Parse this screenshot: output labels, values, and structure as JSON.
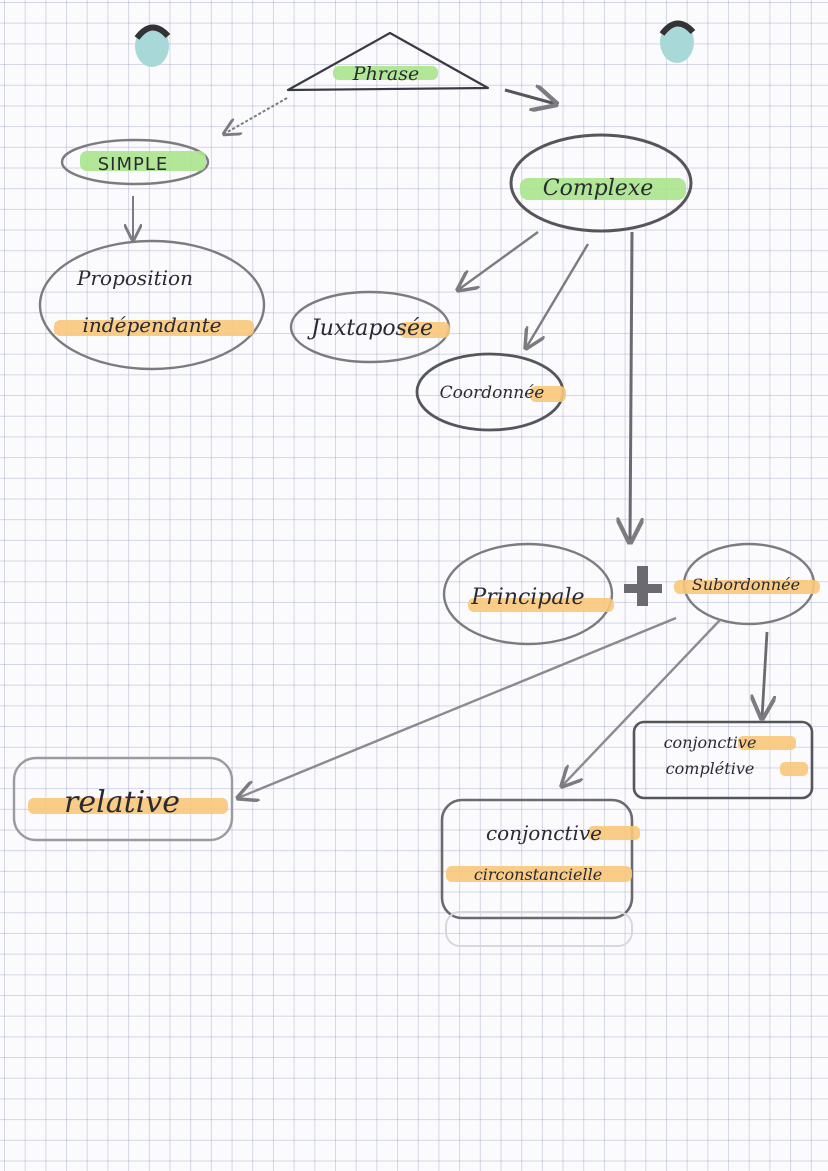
{
  "diagram": {
    "colors": {
      "ink": "#3a3a44",
      "pencil": "#7b7b80",
      "green_highlight": "#a8e48c",
      "orange_highlight": "#f8c87a",
      "hole": "#a8d8d8"
    },
    "nodes": {
      "phrase": "Phrase",
      "simple": "SIMPLE",
      "complexe": "Complexe",
      "proposition_line1": "Proposition",
      "proposition_line2": "indépendante",
      "juxtaposee": "Juxtaposée",
      "coordonnee": "Coordonnée",
      "principale": "Principale",
      "plus": "+",
      "subordonnee": "Subordonnée",
      "relative": "relative",
      "completive_line1": "conjonctive",
      "completive_line2": "complétive",
      "circonstancielle_line1": "conjonctive",
      "circonstancielle_line2": "circonstancielle"
    }
  }
}
